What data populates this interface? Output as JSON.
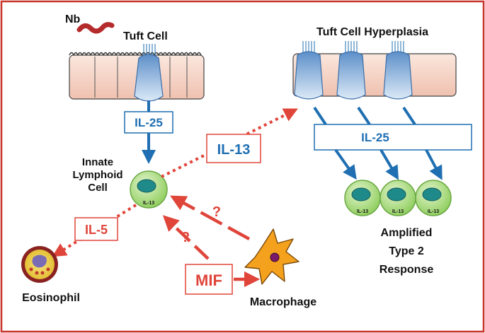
{
  "labels": {
    "nb": "Nb",
    "tuft_cell": "Tuft Cell",
    "tuft_hyperplasia": "Tuft Cell Hyperplasia",
    "il25_left": "IL-25",
    "il25_right": "IL-25",
    "il13_big": "IL-13",
    "ilc_line1": "Innate",
    "ilc_line2": "Lymphoid",
    "ilc_line3": "Cell",
    "ilc_il13": "IL-13",
    "il5": "IL-5",
    "eosinophil": "Eosinophil",
    "mif": "MIF",
    "macrophage": "Macrophage",
    "question_upper": "?",
    "question_lower": "?",
    "cell_il13_a": "IL-13",
    "cell_il13_b": "IL-13",
    "cell_il13_c": "IL-13",
    "amplified_line1": "Amplified",
    "amplified_line2": "Type 2",
    "amplified_line3": "Response"
  },
  "colors": {
    "frame_red": "#c8352c",
    "blue": "#1f6fb2",
    "red": "#e0453a",
    "epithelium_fill": "#f6d3c6",
    "tuft_fill": "#8fb9e3",
    "cell_green": "#a6d97a",
    "nucleus_teal": "#1f8a8a",
    "macrophage_orange": "#f4a11e",
    "eosinophil_yellow": "#f2d33a",
    "nb_worm": "#b52a2a"
  }
}
